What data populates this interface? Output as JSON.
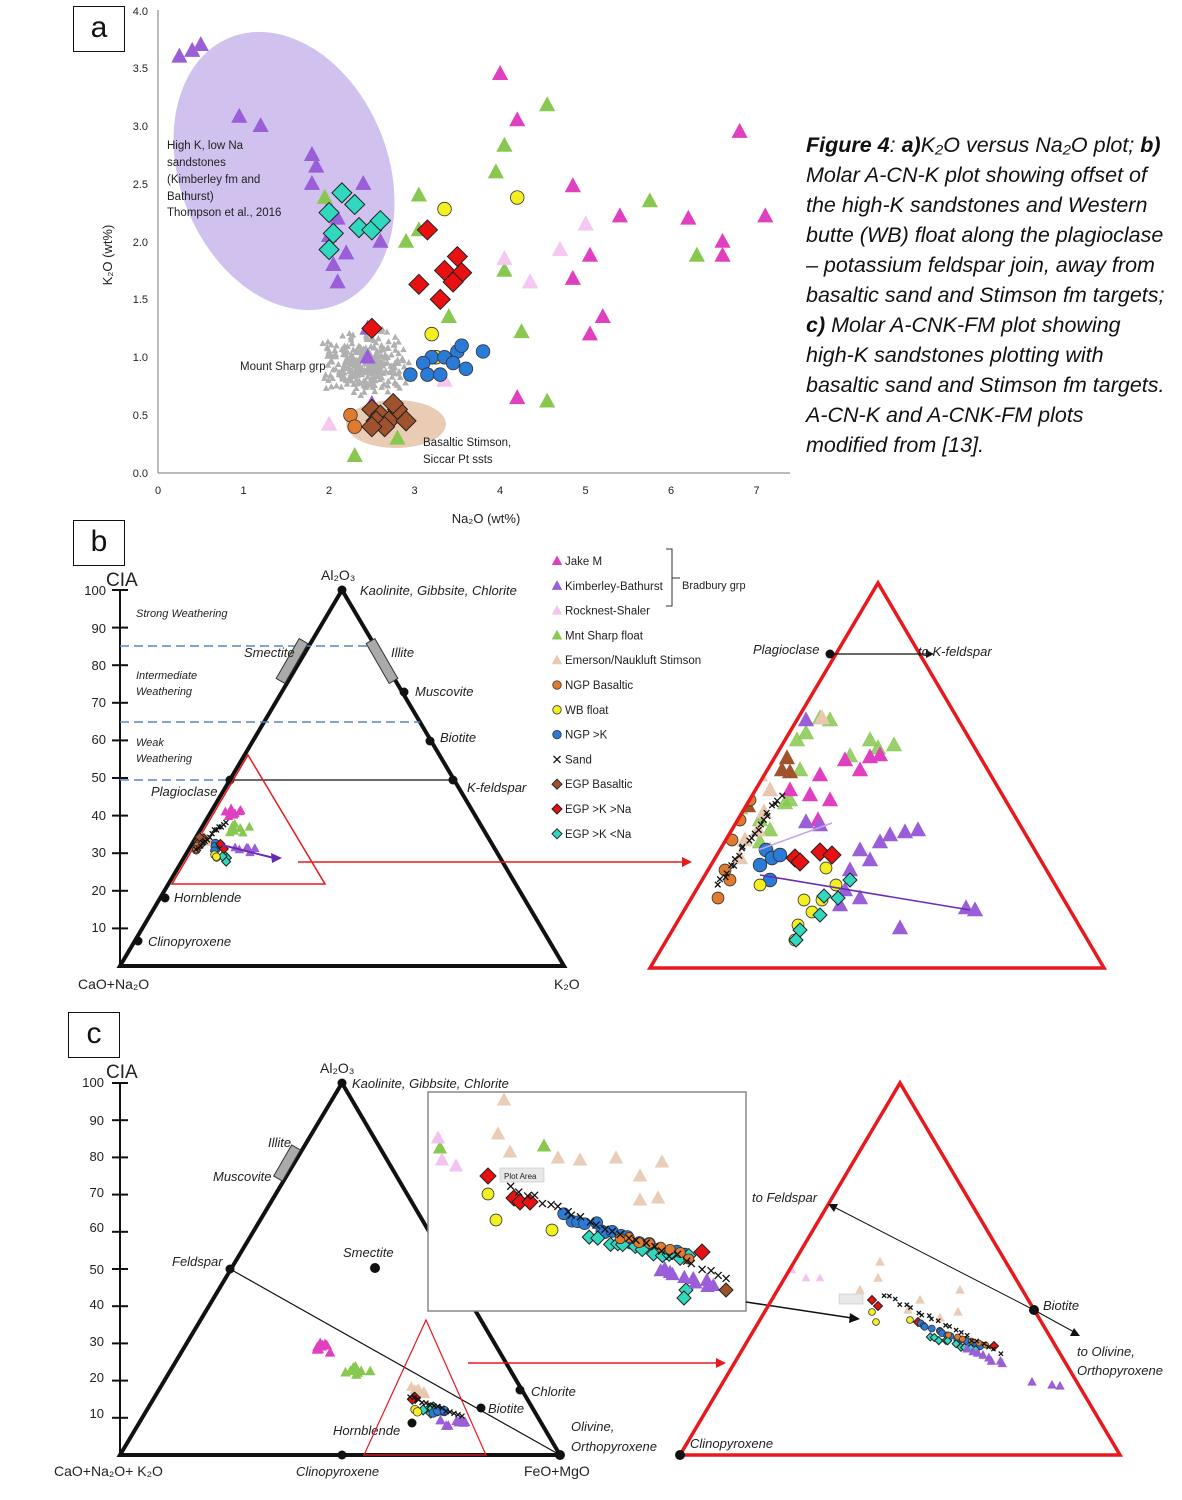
{
  "panels": {
    "a": "a",
    "b": "b",
    "c": "c"
  },
  "caption": {
    "fig_label": "Figure 4",
    "part_a": "a)",
    "text_a": "K₂O versus Na₂O plot;",
    "part_b": "b)",
    "text_b": "Molar A-CN-K plot showing offset of the high-K sandstones and Western butte (WB) float along the plagioclase – potassium feldspar join, away from basaltic sand and Stimson fm targets;",
    "part_c": "c)",
    "text_c": "Molar A-CNK-FM plot showing high-K sandstones plotting with basaltic sand and Stimson fm targets. A-CN-K and A-CNK-FM plots modified from [13]."
  },
  "colors": {
    "jake_m": "#e040c0",
    "kimberley": "#9a5ed8",
    "rocknest": "#f4c2ef",
    "mnt_sharp": "#88c850",
    "emerson": "#e8c8b0",
    "ngp_basaltic": "#e07a2e",
    "wb_float": "#f4f020",
    "ngp_k": "#2a7ad8",
    "egp_basaltic": "#a0522d",
    "egp_k_na": "#e81010",
    "egp_k_lt_na": "#30d8c0",
    "mount_sharp_grp": "#b0b0b0",
    "zoom_frame": "#e8181c",
    "ellipse_hk": "#c9b6ec",
    "ellipse_stimson": "#e6c3a8"
  },
  "chart_data": [
    {
      "type": "scatter",
      "panel": "a",
      "xlabel": "Na₂O (wt%)",
      "ylabel": "K₂O (wt%)",
      "xlim": [
        0,
        7.5
      ],
      "ylim": [
        0,
        4.0
      ],
      "x_ticks": [
        "0",
        "1",
        "2",
        "3",
        "4",
        "5",
        "6",
        "7"
      ],
      "y_ticks": [
        "0.0",
        "0.5",
        "1.0",
        "1.5",
        "2.0",
        "2.5",
        "3.0",
        "3.5",
        "4.0"
      ],
      "annotations": {
        "high_k": [
          "High K, low Na",
          "sandstones",
          "(Kimberley fm and",
          "Bathurst)",
          "Thompson et al.,  2016"
        ],
        "mount_sharp": "Mount Sharp grp",
        "stimson": [
          "Basaltic Stimson,",
          "Siccar Pt ssts"
        ]
      },
      "series": [
        {
          "key": "kimberley",
          "marker": "triangle",
          "points": [
            [
              0.25,
              3.6
            ],
            [
              0.4,
              3.65
            ],
            [
              0.5,
              3.7
            ],
            [
              0.95,
              3.08
            ],
            [
              1.2,
              3.0
            ],
            [
              1.8,
              2.75
            ],
            [
              1.85,
              2.65
            ],
            [
              1.8,
              2.5
            ],
            [
              2.0,
              2.3
            ],
            [
              2.1,
              2.2
            ],
            [
              2.0,
              2.05
            ],
            [
              2.2,
              1.9
            ],
            [
              2.05,
              1.8
            ],
            [
              2.1,
              1.65
            ],
            [
              2.4,
              2.5
            ],
            [
              2.6,
              2.0
            ],
            [
              2.45,
              1.25
            ],
            [
              2.45,
              1.0
            ],
            [
              2.5,
              0.6
            ]
          ]
        },
        {
          "key": "jake_m",
          "marker": "triangle",
          "points": [
            [
              4.0,
              3.45
            ],
            [
              4.2,
              3.05
            ],
            [
              4.85,
              2.48
            ],
            [
              5.4,
              2.22
            ],
            [
              6.2,
              2.2
            ],
            [
              6.6,
              2.0
            ],
            [
              6.6,
              1.88
            ],
            [
              6.8,
              2.95
            ],
            [
              7.1,
              2.22
            ],
            [
              5.05,
              1.88
            ],
            [
              4.85,
              1.68
            ],
            [
              5.2,
              1.35
            ],
            [
              5.05,
              1.2
            ],
            [
              4.2,
              0.65
            ]
          ]
        },
        {
          "key": "mnt_sharp",
          "marker": "triangle",
          "points": [
            [
              4.55,
              3.18
            ],
            [
              4.05,
              2.83
            ],
            [
              3.95,
              2.6
            ],
            [
              3.05,
              2.4
            ],
            [
              2.9,
              2.0
            ],
            [
              3.05,
              2.1
            ],
            [
              4.05,
              1.75
            ],
            [
              5.75,
              2.35
            ],
            [
              6.3,
              1.88
            ],
            [
              4.25,
              1.22
            ],
            [
              3.4,
              1.35
            ],
            [
              4.55,
              0.62
            ],
            [
              2.3,
              0.15
            ],
            [
              2.8,
              0.3
            ],
            [
              1.95,
              2.38
            ]
          ]
        },
        {
          "key": "rocknest",
          "marker": "triangle",
          "points": [
            [
              5.0,
              2.15
            ],
            [
              4.7,
              1.93
            ],
            [
              4.05,
              1.85
            ],
            [
              4.35,
              1.65
            ],
            [
              2.0,
              0.42
            ],
            [
              3.35,
              0.8
            ]
          ]
        },
        {
          "key": "wb_float",
          "marker": "circle",
          "points": [
            [
              3.35,
              2.28
            ],
            [
              4.2,
              2.38
            ],
            [
              3.2,
              1.2
            ],
            [
              3.25,
              1.0
            ]
          ]
        },
        {
          "key": "egp_k_na",
          "marker": "diamond",
          "points": [
            [
              3.15,
              2.1
            ],
            [
              3.5,
              1.87
            ],
            [
              3.35,
              1.75
            ],
            [
              3.55,
              1.73
            ],
            [
              3.45,
              1.65
            ],
            [
              3.05,
              1.63
            ],
            [
              3.3,
              1.5
            ],
            [
              2.5,
              1.25
            ]
          ]
        },
        {
          "key": "egp_k_lt_na",
          "marker": "diamond",
          "points": [
            [
              2.15,
              2.42
            ],
            [
              2.3,
              2.32
            ],
            [
              2.0,
              2.25
            ],
            [
              2.05,
              2.07
            ],
            [
              2.35,
              2.12
            ],
            [
              2.5,
              2.1
            ],
            [
              2.6,
              2.18
            ],
            [
              2.0,
              1.93
            ]
          ]
        },
        {
          "key": "ngp_k",
          "marker": "circle",
          "points": [
            [
              3.2,
              1.0
            ],
            [
              3.35,
              1.0
            ],
            [
              3.5,
              1.05
            ],
            [
              3.1,
              0.95
            ],
            [
              3.45,
              0.95
            ],
            [
              3.6,
              0.9
            ],
            [
              2.95,
              0.85
            ],
            [
              3.15,
              0.85
            ],
            [
              3.3,
              0.85
            ],
            [
              3.55,
              1.1
            ],
            [
              3.8,
              1.05
            ]
          ]
        },
        {
          "key": "ngp_basaltic",
          "marker": "circle",
          "points": [
            [
              2.25,
              0.5
            ],
            [
              2.3,
              0.4
            ]
          ]
        },
        {
          "key": "egp_basaltic",
          "marker": "diamond",
          "points": [
            [
              2.5,
              0.55
            ],
            [
              2.6,
              0.5
            ],
            [
              2.7,
              0.45
            ],
            [
              2.55,
              0.45
            ],
            [
              2.8,
              0.55
            ],
            [
              2.65,
              0.4
            ],
            [
              2.5,
              0.4
            ],
            [
              2.9,
              0.45
            ],
            [
              2.75,
              0.6
            ]
          ]
        }
      ]
    },
    {
      "type": "scatter",
      "panel": "b",
      "subtype": "ternary",
      "ylabel": "CIA",
      "vertices": {
        "top": "Al₂O₃",
        "left": "CaO+Na₂O",
        "right": "K₂O"
      },
      "cia_ticks": [
        "100",
        "90",
        "80",
        "70",
        "60",
        "50",
        "40",
        "30",
        "20",
        "10"
      ],
      "zones": [
        "Strong Weathering",
        "Intermediate",
        "Weathering",
        "Weak",
        "Weathering"
      ],
      "minerals": [
        "Kaolinite, Gibbsite, Chlorite",
        "Smectite",
        "Illite",
        "Muscovite",
        "Biotite",
        "K-feldspar",
        "Plagioclase",
        "Hornblende",
        "Clinopyroxene"
      ],
      "inset_labels": {
        "plag": "Plagioclase",
        "kfs": "to K-feldspar"
      },
      "legend": [
        {
          "key": "jake_m",
          "marker": "triangle",
          "label": "Jake M"
        },
        {
          "key": "kimberley",
          "marker": "triangle",
          "label": "Kimberley-Bathurst"
        },
        {
          "key": "rocknest",
          "marker": "triangle",
          "label": "Rocknest-Shaler"
        },
        {
          "key": "mnt_sharp",
          "marker": "triangle",
          "label": "Mnt Sharp float"
        },
        {
          "key": "emerson",
          "marker": "triangle",
          "label": "Emerson/Naukluft Stimson"
        },
        {
          "key": "ngp_basaltic",
          "marker": "circle",
          "label": "NGP Basaltic"
        },
        {
          "key": "wb_float",
          "marker": "circle",
          "label": "WB float"
        },
        {
          "key": "ngp_k",
          "marker": "circle",
          "label": "NGP >K"
        },
        {
          "key": "sand",
          "marker": "x",
          "label": "Sand"
        },
        {
          "key": "egp_basaltic",
          "marker": "diamond",
          "label": "EGP Basaltic"
        },
        {
          "key": "egp_k_na",
          "marker": "diamond",
          "label": "EGP >K >Na"
        },
        {
          "key": "egp_k_lt_na",
          "marker": "diamond",
          "label": "EGP >K <Na"
        }
      ],
      "legend_group": "Bradbury grp"
    },
    {
      "type": "scatter",
      "panel": "c",
      "subtype": "ternary",
      "ylabel": "CIA",
      "vertices": {
        "top": "Al₂O₃",
        "left": "CaO+Na₂O+ K₂O",
        "right": "FeO+MgO"
      },
      "cia_ticks": [
        "100",
        "90",
        "80",
        "70",
        "60",
        "50",
        "40",
        "30",
        "20",
        "10"
      ],
      "minerals": [
        "Kaolinite, Gibbsite, Chlorite",
        "Illite",
        "Muscovite",
        "Smectite",
        "Feldspar",
        "Chlorite",
        "Biotite",
        "Hornblende",
        "Olivine,",
        "Orthopyroxene",
        "Clinopyroxene"
      ],
      "inset_labels": {
        "feldspar": "to Feldspar",
        "biotite": "Biotite",
        "olivine1": "to Olivine,",
        "olivine2": "Orthopyroxene",
        "cpx": "Clinopyroxene",
        "plot_area": "Plot Area"
      }
    }
  ]
}
